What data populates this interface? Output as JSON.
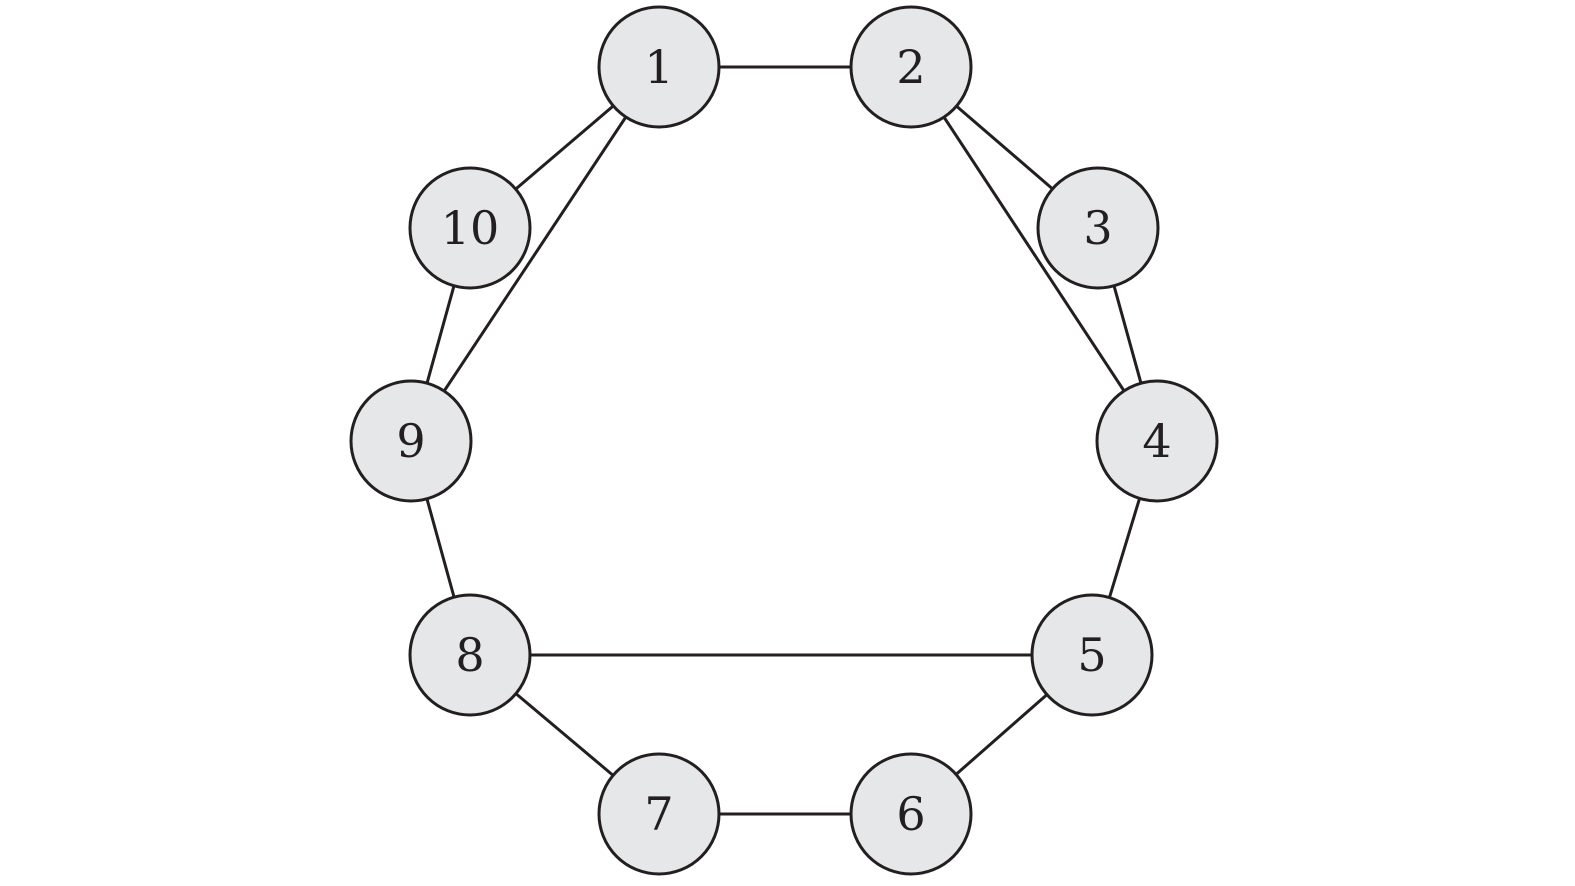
{
  "diagram": {
    "type": "undirected-graph",
    "colors": {
      "node_fill": "#e6e7e8",
      "stroke": "#231f20",
      "background": "#ffffff"
    },
    "nodes": [
      {
        "id": "1",
        "label": "1"
      },
      {
        "id": "2",
        "label": "2"
      },
      {
        "id": "3",
        "label": "3"
      },
      {
        "id": "4",
        "label": "4"
      },
      {
        "id": "5",
        "label": "5"
      },
      {
        "id": "6",
        "label": "6"
      },
      {
        "id": "7",
        "label": "7"
      },
      {
        "id": "8",
        "label": "8"
      },
      {
        "id": "9",
        "label": "9"
      },
      {
        "id": "10",
        "label": "10"
      }
    ],
    "edges": [
      [
        "1",
        "2"
      ],
      [
        "2",
        "3"
      ],
      [
        "3",
        "4"
      ],
      [
        "4",
        "5"
      ],
      [
        "5",
        "6"
      ],
      [
        "6",
        "7"
      ],
      [
        "7",
        "8"
      ],
      [
        "8",
        "9"
      ],
      [
        "9",
        "10"
      ],
      [
        "10",
        "1"
      ],
      [
        "1",
        "9"
      ],
      [
        "2",
        "4"
      ],
      [
        "5",
        "8"
      ]
    ]
  }
}
